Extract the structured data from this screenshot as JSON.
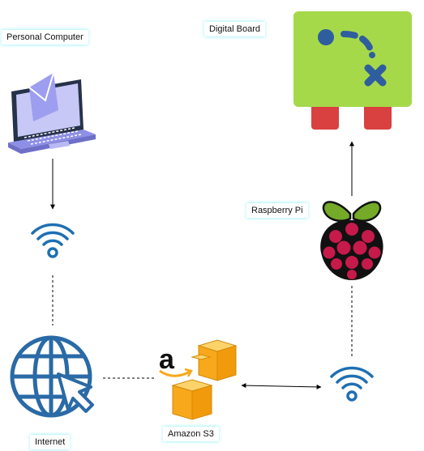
{
  "labels": {
    "personal_computer": "Personal Computer",
    "digital_board": "Digital Board",
    "raspberry_pi": "Raspberry Pi",
    "amazon_s3": "Amazon S3",
    "internet": "Internet"
  },
  "icons": {
    "laptop": "laptop-email-icon",
    "wifi_left": "wifi-icon",
    "wifi_right": "wifi-icon",
    "internet": "globe-cursor-icon",
    "s3": "amazon-s3-icon",
    "raspberry_pi": "raspberry-pi-icon",
    "board": "digital-board-icon"
  },
  "colors": {
    "label_bg": "#5fe8f2",
    "wifi_blue": "#1f6fb2",
    "globe_blue": "#2a6aa6",
    "board_green": "#a6d94a",
    "board_red": "#d94040",
    "aws_orange": "#f7a81b",
    "laptop_purple": "#8e8fe6"
  },
  "connections": [
    {
      "from": "personal_computer",
      "to": "wifi_left",
      "style": "solid-arrow"
    },
    {
      "from": "wifi_left",
      "to": "internet",
      "style": "dashed"
    },
    {
      "from": "internet",
      "to": "amazon_s3",
      "style": "dashed"
    },
    {
      "from": "amazon_s3",
      "to": "wifi_right",
      "style": "solid-double-arrow"
    },
    {
      "from": "wifi_right",
      "to": "raspberry_pi",
      "style": "dashed"
    },
    {
      "from": "raspberry_pi",
      "to": "digital_board",
      "style": "solid-arrow"
    }
  ]
}
